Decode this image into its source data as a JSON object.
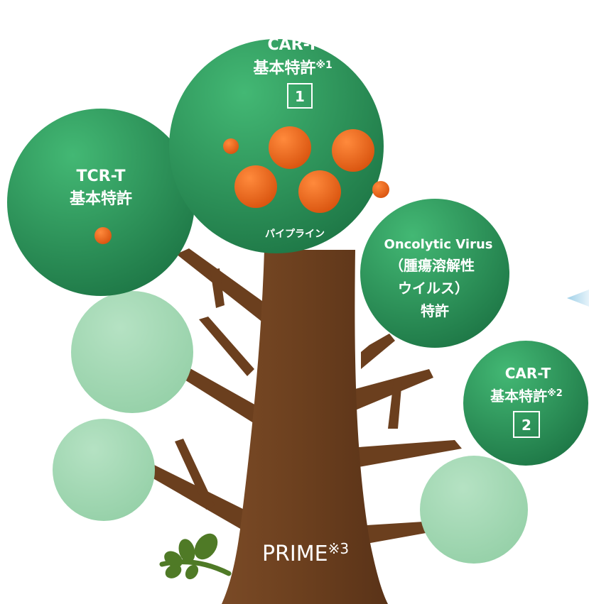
{
  "nodes": {
    "car_t_1": {
      "line1": "CAR-T",
      "line2": "基本特許",
      "mark": "※1",
      "box": "1"
    },
    "tcr_t": {
      "line1": "TCR-T",
      "line2": "基本特許"
    },
    "oncolytic": {
      "line1": "Oncolytic Virus",
      "line2": "（腫瘍溶解性",
      "line3": "ウイルス）",
      "line4": "特許"
    },
    "car_t_2": {
      "line1": "CAR-T",
      "line2": "基本特許",
      "mark": "※2",
      "box": "2"
    }
  },
  "pipeline_label": "パイプライン",
  "trunk": {
    "label": "PRIME",
    "mark": "※3"
  },
  "colors": {
    "canopy_light": "#3bb06e",
    "canopy_dark": "#1e7a47",
    "empty_canopy": "#a4d8b4",
    "fruit": "#ee6a1e",
    "trunk": "#6b3f1e",
    "trunk_light": "#8a5530",
    "leaf": "#4f7a26",
    "text_light": "#ffffff"
  }
}
